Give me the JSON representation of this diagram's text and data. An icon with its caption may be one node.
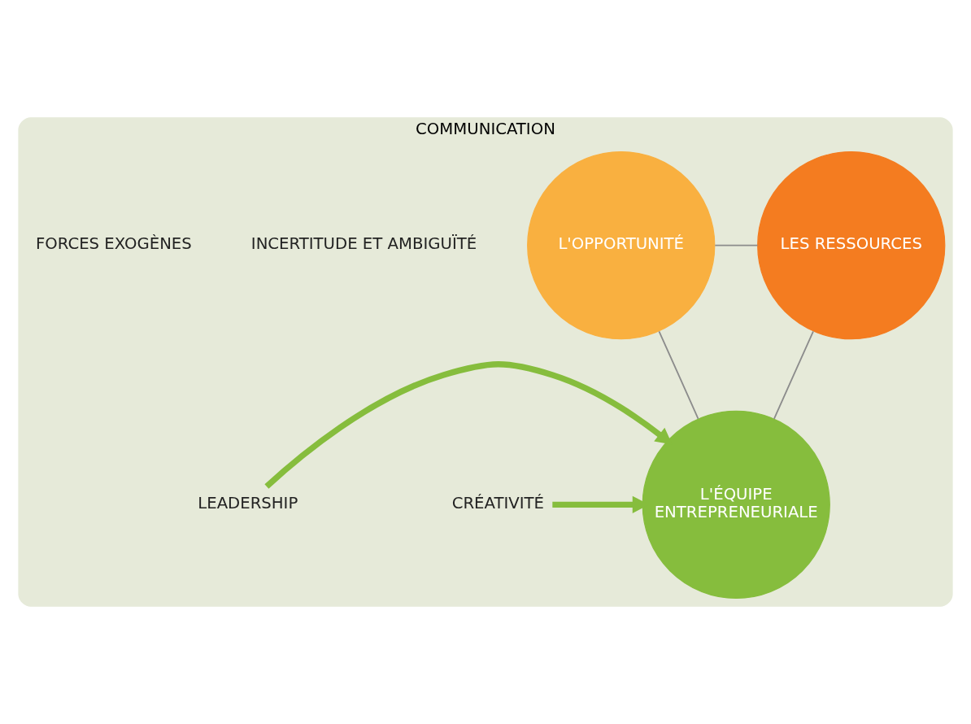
{
  "diagram": {
    "nodes": [
      {
        "text": [
          "COMMUNICATION"
        ]
      },
      {
        "text": [
          "L'OPPORTUNITÉ"
        ],
        "in": 0
      },
      {
        "text": [
          "LES RESSOURCES"
        ],
        "in": 0
      },
      {
        "text": [
          "L'ÉQUIPE ENTREPRENEURIALE"
        ],
        "in": 0
      },
      {
        "text": [
          "CRÉATIVITÉ"
        ],
        "in": 0
      },
      {
        "text": [
          "LEADERSHIP"
        ],
        "in": 0
      }
    ],
    "edges": [
      {
        "from": 1,
        "to": 2,
        "arrow": "none"
      },
      {
        "from": 1,
        "to": 3,
        "arrow": "none"
      },
      {
        "from": 2,
        "to": 3,
        "arrow": "none"
      },
      {
        "from": 4,
        "to": 3,
        "arrow": "to",
        "style": "thick",
        "color": "#86bd3d"
      },
      {
        "from": 5,
        "to": 3,
        "arrow": "to",
        "style": "thick",
        "color": "#86bd3d"
      }
    ],
    "labels": [
      "INCERTITUDE ET AMBIGUÏTÉ",
      "FORCES EXOGÈNES"
    ]
  }
}
